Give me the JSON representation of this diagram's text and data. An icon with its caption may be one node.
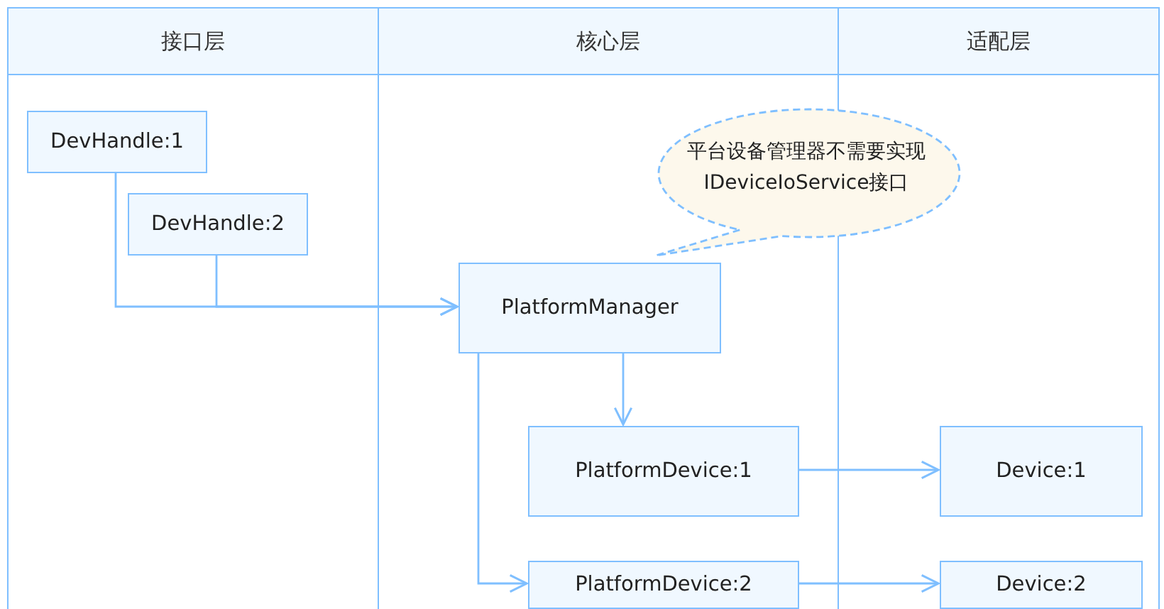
{
  "diagram": {
    "nodes": [
      {
        "text": [
          "接口层"
        ]
      },
      {
        "text": [
          "核心层"
        ]
      },
      {
        "text": [
          "适配层"
        ]
      },
      {
        "text": [
          "DevHandle:1"
        ],
        "in": 0
      },
      {
        "text": [
          "DevHandle:2"
        ],
        "in": 0
      },
      {
        "text": [
          "平台设备管理器不需要实现IDeviceIoService接口"
        ]
      },
      {
        "text": [
          "PlatformManager"
        ],
        "in": 1
      },
      {
        "text": [
          "PlatformDevice:1"
        ],
        "in": 1
      },
      {
        "text": [
          "Device:1"
        ],
        "in": 2
      },
      {
        "text": [
          "PlatformDevice:2"
        ],
        "in": 1
      },
      {
        "text": [
          "Device:2"
        ],
        "in": 2
      }
    ],
    "edges": [
      {
        "from": 3,
        "to": 6,
        "arrow": "to"
      },
      {
        "from": 4,
        "to": 6,
        "arrow": "to"
      },
      {
        "from": 6,
        "to": 7,
        "arrow": "to"
      },
      {
        "from": 6,
        "to": 9,
        "arrow": "to"
      },
      {
        "from": 7,
        "to": 8,
        "arrow": "to"
      },
      {
        "from": 9,
        "to": 10,
        "arrow": "to"
      }
    ]
  }
}
